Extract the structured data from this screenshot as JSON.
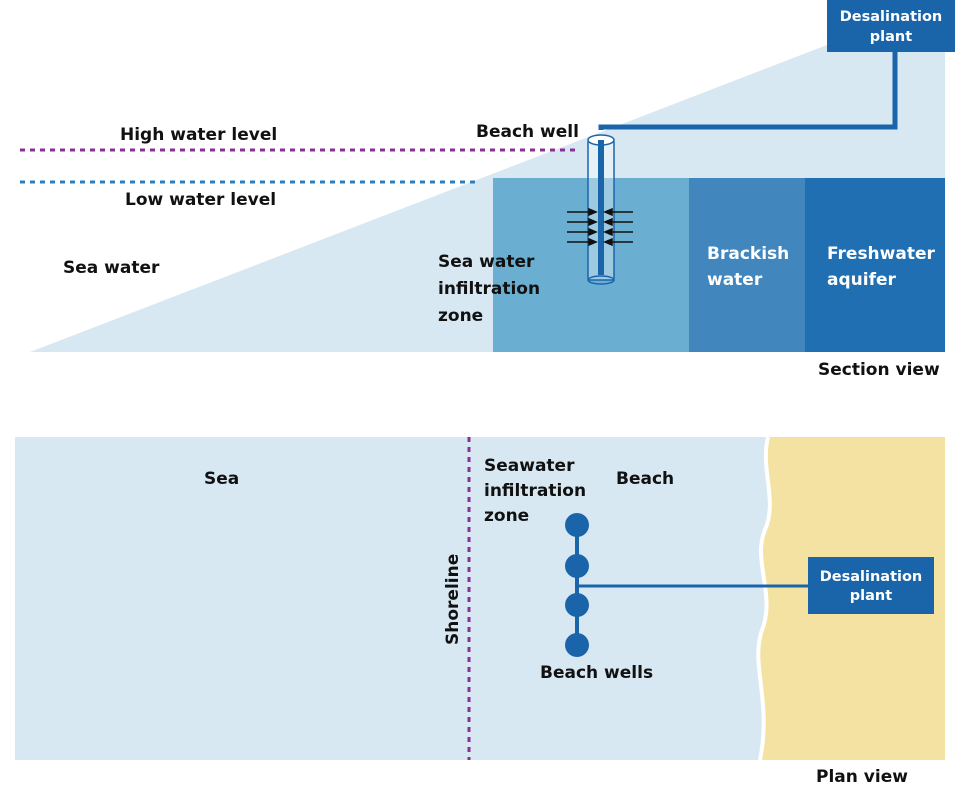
{
  "section": {
    "high_water_label": "High water level",
    "low_water_label": "Low water level",
    "sea_water_label": "Sea water",
    "beach_well_label": "Beach well",
    "infiltration_zone_label": [
      "Sea water",
      "infiltration",
      "zone"
    ],
    "brackish_label": [
      "Brackish",
      "water"
    ],
    "freshwater_label": [
      "Freshwater",
      "aquifer"
    ],
    "plant_label": [
      "Desalination",
      "plant"
    ],
    "view_label": "Section view"
  },
  "plan": {
    "sea_label": "Sea",
    "shoreline_label": "Shoreline",
    "infiltration_zone_label": [
      "Seawater",
      "infiltration",
      "zone"
    ],
    "beach_label": "Beach",
    "wells_label": "Beach wells",
    "plant_label": [
      "Desalination",
      "plant"
    ],
    "view_label": "Plan view"
  },
  "colors": {
    "light_blue": "#d8e8f3",
    "infiltration_blue": "#6aaed2",
    "brackish_blue": "#4187be",
    "freshwater_blue": "#1f6fb2",
    "dark_blue": "#1a64aa",
    "sand": "#f4e2a2",
    "high_water_dotted": "#8c2f95",
    "low_water_dotted": "#2a7fc1"
  }
}
